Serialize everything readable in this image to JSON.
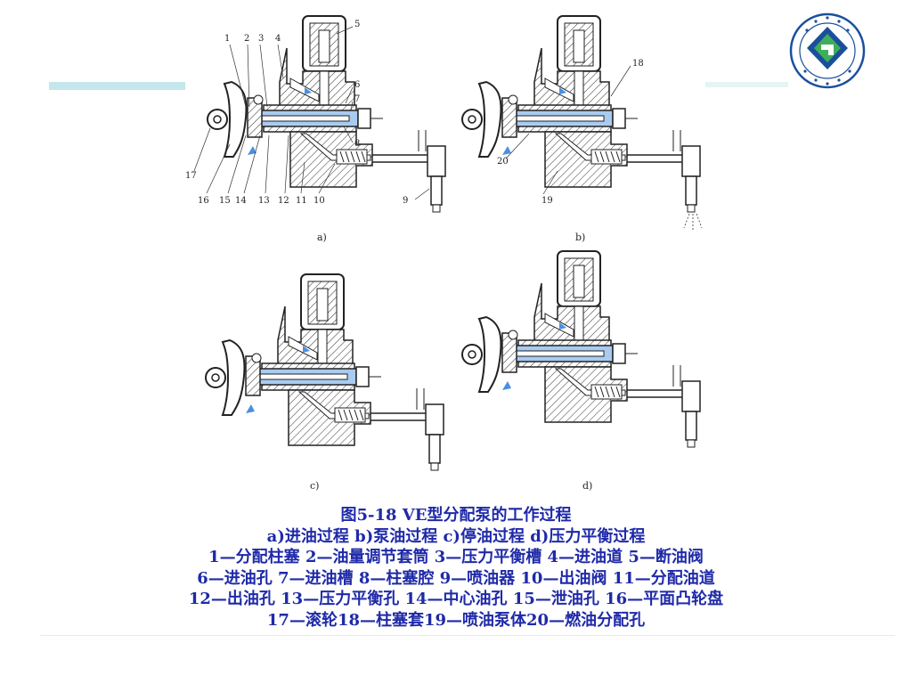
{
  "figure": {
    "panel_labels": [
      "a)",
      "b)",
      "c)",
      "d)"
    ],
    "callouts_a": [
      "1",
      "2",
      "3",
      "4",
      "5",
      "6",
      "7",
      "8",
      "9",
      "10",
      "11",
      "12",
      "13",
      "14",
      "15",
      "16",
      "17"
    ],
    "callouts_b": [
      "18",
      "19",
      "20"
    ]
  },
  "caption": {
    "title": "图5-18 VE型分配泵的工作过程",
    "subtitle": "a)进油过程 b)泵油过程 c)停油过程 d)压力平衡过程",
    "legend_lines": [
      "1—分配柱塞 2—油量调节套筒 3—压力平衡槽 4—进油道 5—断油阀",
      "6—进油孔 7—进油槽 8—柱塞腔 9—喷油器 10—出油阀 11—分配油道",
      "12—出油孔 13—压力平衡孔 14—中心油孔 15—泄油孔 16—平面凸轮盘",
      "17—滚轮18—柱塞套19—喷油泵体20—燃油分配孔"
    ]
  },
  "colors": {
    "caption_text": "#1f2aa8",
    "fuel_blue": "#a9cbf0",
    "band": "#c5e6ea",
    "logo_green": "#3fae5a",
    "logo_blue": "#1b4f9c"
  }
}
